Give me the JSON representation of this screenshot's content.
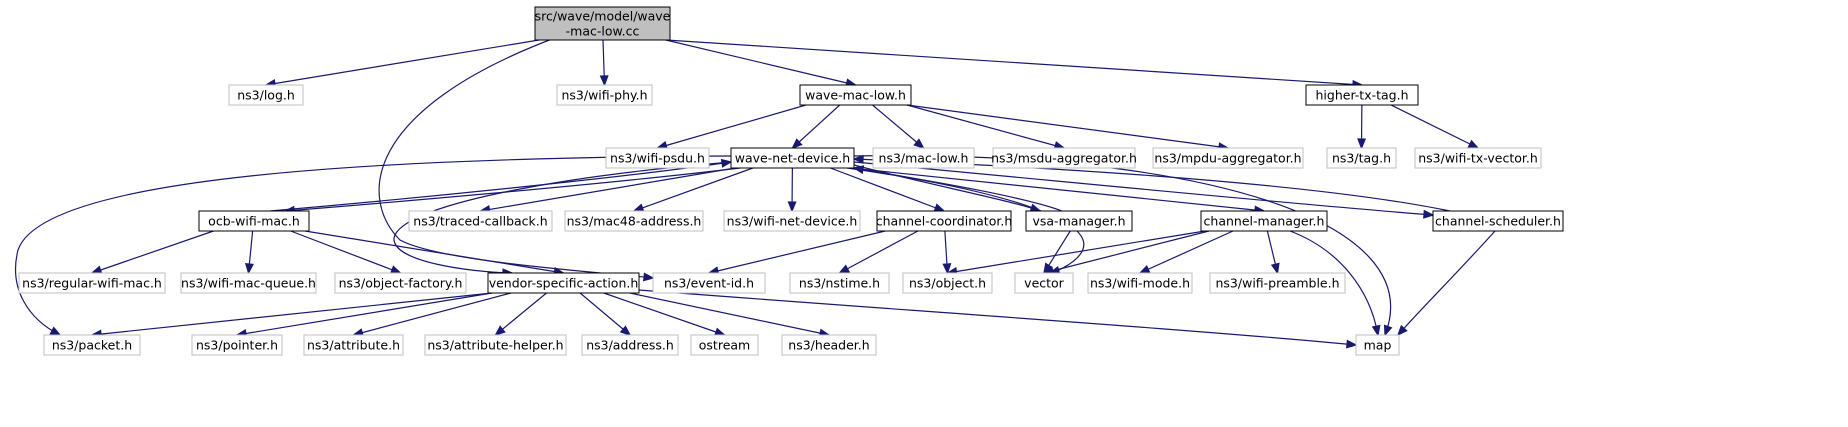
{
  "colors": {
    "edge": "#191970",
    "root_fill": "#bfbfbf",
    "node_border": "#000000",
    "external_border": "#bfbfbf",
    "text": "#000000",
    "background": "#ffffff"
  },
  "nodes": [
    {
      "id": "root",
      "label_lines": [
        "src/wave/model/wave",
        "-mac-low.cc"
      ],
      "style": "root"
    },
    {
      "id": "log",
      "label_lines": [
        "ns3/log.h"
      ],
      "style": "external"
    },
    {
      "id": "wifiphy",
      "label_lines": [
        "ns3/wifi-phy.h"
      ],
      "style": "external"
    },
    {
      "id": "wavemaclow",
      "label_lines": [
        "wave-mac-low.h"
      ],
      "style": "normal"
    },
    {
      "id": "highertxtag",
      "label_lines": [
        "higher-tx-tag.h"
      ],
      "style": "normal"
    },
    {
      "id": "wifipsdu",
      "label_lines": [
        "ns3/wifi-psdu.h"
      ],
      "style": "external"
    },
    {
      "id": "wavenetdevice",
      "label_lines": [
        "wave-net-device.h"
      ],
      "style": "normal"
    },
    {
      "id": "maclow",
      "label_lines": [
        "ns3/mac-low.h"
      ],
      "style": "external"
    },
    {
      "id": "msduagg",
      "label_lines": [
        "ns3/msdu-aggregator.h"
      ],
      "style": "external"
    },
    {
      "id": "mpduagg",
      "label_lines": [
        "ns3/mpdu-aggregator.h"
      ],
      "style": "external"
    },
    {
      "id": "tag",
      "label_lines": [
        "ns3/tag.h"
      ],
      "style": "external"
    },
    {
      "id": "wifitxvector",
      "label_lines": [
        "ns3/wifi-tx-vector.h"
      ],
      "style": "external"
    },
    {
      "id": "ocbwifimac",
      "label_lines": [
        "ocb-wifi-mac.h"
      ],
      "style": "normal"
    },
    {
      "id": "tracedcallback",
      "label_lines": [
        "ns3/traced-callback.h"
      ],
      "style": "external"
    },
    {
      "id": "mac48address",
      "label_lines": [
        "ns3/mac48-address.h"
      ],
      "style": "external"
    },
    {
      "id": "wifinetdevice",
      "label_lines": [
        "ns3/wifi-net-device.h"
      ],
      "style": "external"
    },
    {
      "id": "channelcoordinator",
      "label_lines": [
        "channel-coordinator.h"
      ],
      "style": "normal"
    },
    {
      "id": "vsamanager",
      "label_lines": [
        "vsa-manager.h"
      ],
      "style": "normal"
    },
    {
      "id": "channelmanager",
      "label_lines": [
        "channel-manager.h"
      ],
      "style": "normal"
    },
    {
      "id": "channelscheduler",
      "label_lines": [
        "channel-scheduler.h"
      ],
      "style": "normal"
    },
    {
      "id": "regularwifimac",
      "label_lines": [
        "ns3/regular-wifi-mac.h"
      ],
      "style": "external"
    },
    {
      "id": "wifimacqueue",
      "label_lines": [
        "ns3/wifi-mac-queue.h"
      ],
      "style": "external"
    },
    {
      "id": "objectfactory",
      "label_lines": [
        "ns3/object-factory.h"
      ],
      "style": "external"
    },
    {
      "id": "vendorspecificaction",
      "label_lines": [
        "vendor-specific-action.h"
      ],
      "style": "normal"
    },
    {
      "id": "eventid",
      "label_lines": [
        "ns3/event-id.h"
      ],
      "style": "external"
    },
    {
      "id": "nstime",
      "label_lines": [
        "ns3/nstime.h"
      ],
      "style": "external"
    },
    {
      "id": "object",
      "label_lines": [
        "ns3/object.h"
      ],
      "style": "external"
    },
    {
      "id": "vector",
      "label_lines": [
        "vector"
      ],
      "style": "external"
    },
    {
      "id": "wifimode",
      "label_lines": [
        "ns3/wifi-mode.h"
      ],
      "style": "external"
    },
    {
      "id": "wifipreamble",
      "label_lines": [
        "ns3/wifi-preamble.h"
      ],
      "style": "external"
    },
    {
      "id": "packet",
      "label_lines": [
        "ns3/packet.h"
      ],
      "style": "external"
    },
    {
      "id": "pointer",
      "label_lines": [
        "ns3/pointer.h"
      ],
      "style": "external"
    },
    {
      "id": "attribute",
      "label_lines": [
        "ns3/attribute.h"
      ],
      "style": "external"
    },
    {
      "id": "attributehelper",
      "label_lines": [
        "ns3/attribute-helper.h"
      ],
      "style": "external"
    },
    {
      "id": "address",
      "label_lines": [
        "ns3/address.h"
      ],
      "style": "external"
    },
    {
      "id": "ostream",
      "label_lines": [
        "ostream"
      ],
      "style": "external"
    },
    {
      "id": "header",
      "label_lines": [
        "ns3/header.h"
      ],
      "style": "external"
    },
    {
      "id": "map",
      "label_lines": [
        "map"
      ],
      "style": "external"
    }
  ],
  "edges": [
    {
      "from": "root",
      "to": "log"
    },
    {
      "from": "root",
      "to": "wifiphy"
    },
    {
      "from": "root",
      "to": "wavemaclow"
    },
    {
      "from": "root",
      "to": "highertxtag"
    },
    {
      "from": "root",
      "to": "eventid"
    },
    {
      "from": "wavemaclow",
      "to": "wifipsdu"
    },
    {
      "from": "wavemaclow",
      "to": "wavenetdevice"
    },
    {
      "from": "wavemaclow",
      "to": "maclow"
    },
    {
      "from": "wavemaclow",
      "to": "msduagg"
    },
    {
      "from": "wavemaclow",
      "to": "mpduagg"
    },
    {
      "from": "highertxtag",
      "to": "tag"
    },
    {
      "from": "highertxtag",
      "to": "wifitxvector"
    },
    {
      "from": "wavenetdevice",
      "to": "packet"
    },
    {
      "from": "wavenetdevice",
      "to": "ocbwifimac"
    },
    {
      "from": "wavenetdevice",
      "to": "vendorspecificaction"
    },
    {
      "from": "wavenetdevice",
      "to": "tracedcallback"
    },
    {
      "from": "wavenetdevice",
      "to": "mac48address"
    },
    {
      "from": "wavenetdevice",
      "to": "wifinetdevice"
    },
    {
      "from": "wavenetdevice",
      "to": "channelcoordinator"
    },
    {
      "from": "wavenetdevice",
      "to": "vsamanager"
    },
    {
      "from": "wavenetdevice",
      "to": "channelmanager"
    },
    {
      "from": "wavenetdevice",
      "to": "channelscheduler"
    },
    {
      "from": "wavenetdevice",
      "to": "vector"
    },
    {
      "from": "wavenetdevice",
      "to": "map"
    },
    {
      "from": "ocbwifimac",
      "to": "wavenetdevice"
    },
    {
      "from": "ocbwifimac",
      "to": "regularwifimac"
    },
    {
      "from": "ocbwifimac",
      "to": "wifimacqueue"
    },
    {
      "from": "ocbwifimac",
      "to": "objectfactory"
    },
    {
      "from": "ocbwifimac",
      "to": "vendorspecificaction"
    },
    {
      "from": "vsamanager",
      "to": "wavenetdevice"
    },
    {
      "from": "vsamanager",
      "to": "vector"
    },
    {
      "from": "channelscheduler",
      "to": "wavenetdevice"
    },
    {
      "from": "channelscheduler",
      "to": "map"
    },
    {
      "from": "channelcoordinator",
      "to": "eventid"
    },
    {
      "from": "channelcoordinator",
      "to": "nstime"
    },
    {
      "from": "channelcoordinator",
      "to": "object"
    },
    {
      "from": "channelmanager",
      "to": "object"
    },
    {
      "from": "channelmanager",
      "to": "vector"
    },
    {
      "from": "channelmanager",
      "to": "wifimode"
    },
    {
      "from": "channelmanager",
      "to": "wifipreamble"
    },
    {
      "from": "channelmanager",
      "to": "map"
    },
    {
      "from": "vendorspecificaction",
      "to": "packet"
    },
    {
      "from": "vendorspecificaction",
      "to": "pointer"
    },
    {
      "from": "vendorspecificaction",
      "to": "attribute"
    },
    {
      "from": "vendorspecificaction",
      "to": "attributehelper"
    },
    {
      "from": "vendorspecificaction",
      "to": "address"
    },
    {
      "from": "vendorspecificaction",
      "to": "ostream"
    },
    {
      "from": "vendorspecificaction",
      "to": "header"
    },
    {
      "from": "vendorspecificaction",
      "to": "map"
    }
  ]
}
